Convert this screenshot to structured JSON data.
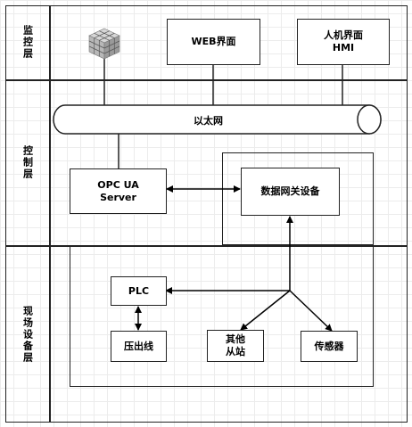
{
  "layers": {
    "monitor": "监控层",
    "control": "控制层",
    "field": "现场设备层"
  },
  "nodes": {
    "web": "WEB界面",
    "hmi": "人机界面\nHMI",
    "ethernet": "以太网",
    "opcua": "OPC UA\nServer",
    "gateway": "数据网关设备",
    "plc": "PLC",
    "press": "压出线",
    "slave": "其他\n从站",
    "sensor": "传感器"
  },
  "icons": {
    "server": "cube-cluster-icon"
  }
}
